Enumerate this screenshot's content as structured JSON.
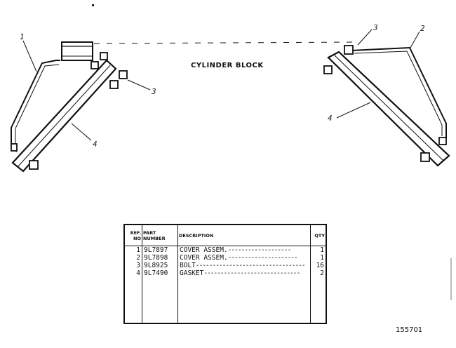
{
  "diagram": {
    "title": "CYLINDER BLOCK",
    "callouts": {
      "left_cover": "1",
      "left_bolt": "3",
      "left_gasket": "4",
      "right_bolt": "3",
      "right_cover": "2",
      "right_gasket": "4"
    }
  },
  "parts_table": {
    "headers": {
      "ref": "REF. NO",
      "part": "PART NUMBER",
      "description": "DESCRIPTION",
      "qty": "QTY"
    },
    "rows": [
      {
        "ref": "1",
        "part": "9L7897",
        "description": "COVER ASSEM.",
        "qty": "1"
      },
      {
        "ref": "2",
        "part": "9L7898",
        "description": "COVER ASSEM.",
        "qty": "1"
      },
      {
        "ref": "3",
        "part": "9L8925",
        "description": "BOLT",
        "qty": "16"
      },
      {
        "ref": "4",
        "part": "9L7490",
        "description": "GASKET",
        "qty": "2"
      }
    ]
  },
  "document_number": "155701"
}
